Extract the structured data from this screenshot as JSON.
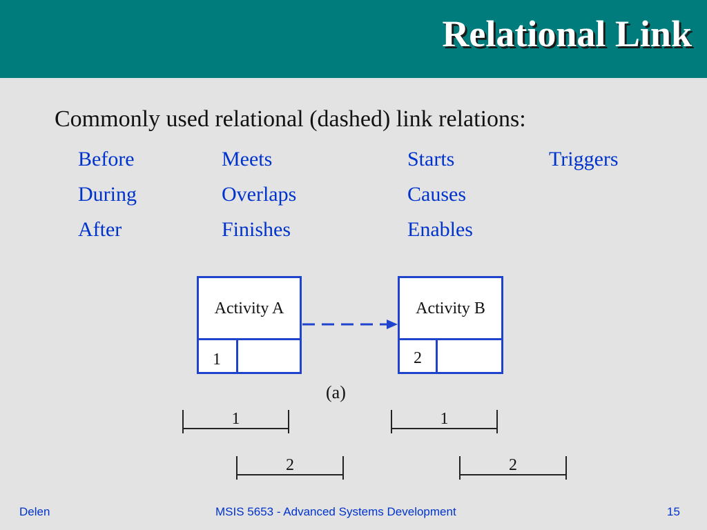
{
  "slide": {
    "title": "Relational Link",
    "intro": "Commonly used relational (dashed) link relations:",
    "relations": [
      "Before",
      "Meets",
      "Starts",
      "Triggers",
      "During",
      "Overlaps",
      "Causes",
      "After",
      "Finishes",
      "Enables"
    ]
  },
  "diagram": {
    "activity_a": {
      "name": "Activity A",
      "number": "1"
    },
    "activity_b": {
      "name": "Activity B",
      "number": "2"
    },
    "caption": "(a)",
    "timeline_labels": [
      "1",
      "2",
      "1",
      "2"
    ],
    "colors": {
      "box_border": "#1f43cc",
      "link": "#1f43cc"
    }
  },
  "footer": {
    "author": "Delen",
    "course": "MSIS 5653 - Advanced Systems Development",
    "page": "15"
  },
  "colors": {
    "header_bg": "#007c7c",
    "slide_bg": "#e3e3e3",
    "relation_text": "#0033cc"
  }
}
